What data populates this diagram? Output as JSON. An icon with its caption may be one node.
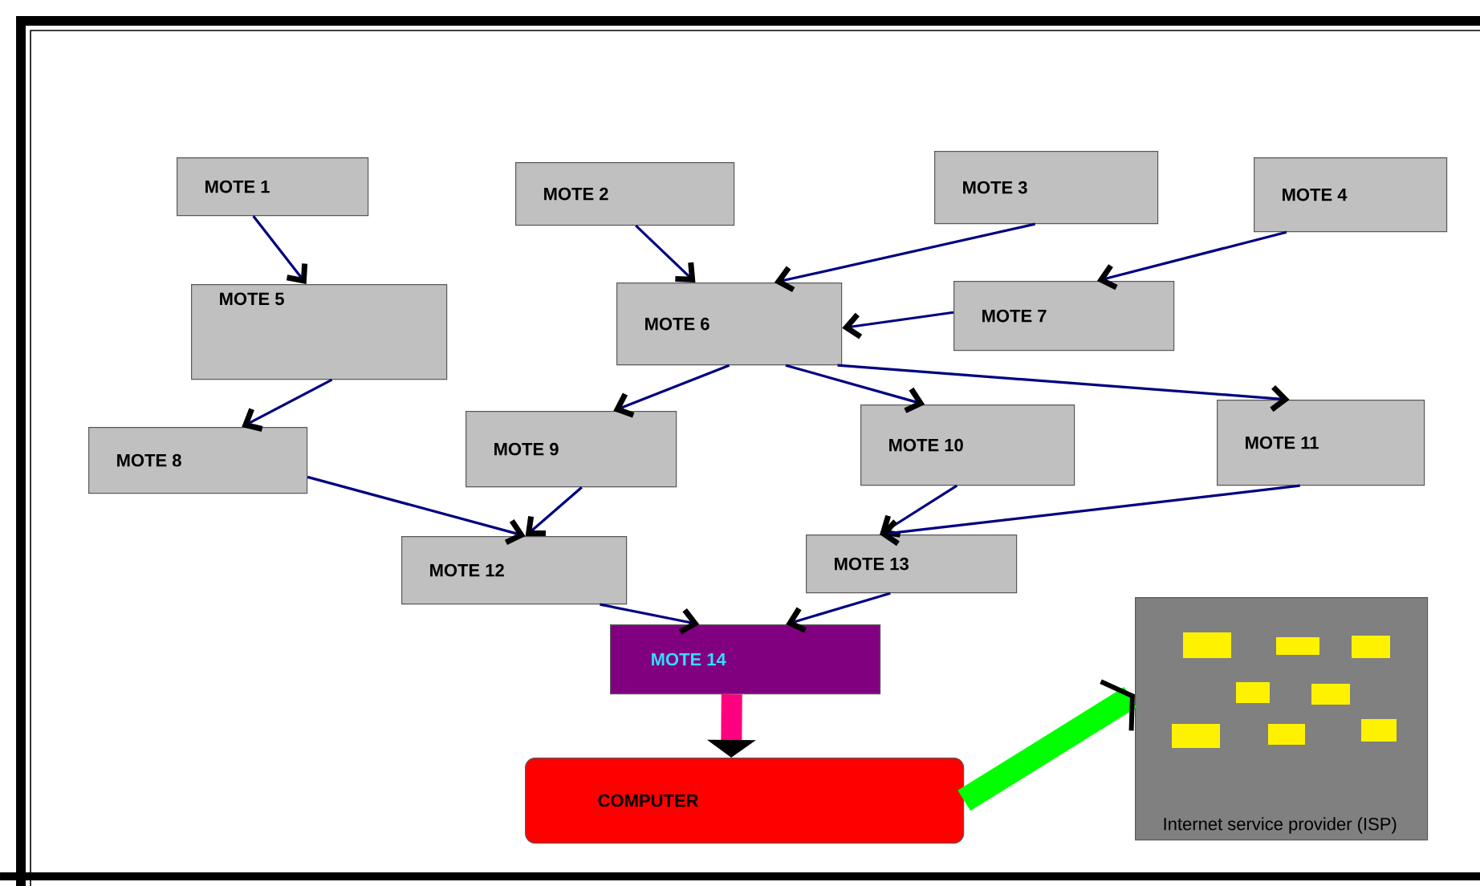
{
  "diagram": {
    "nodes": [
      {
        "text": [
          "MOTE 1"
        ]
      },
      {
        "text": [
          "MOTE 2"
        ]
      },
      {
        "text": [
          "MOTE 3"
        ]
      },
      {
        "text": [
          "MOTE 4"
        ]
      },
      {
        "text": [
          "MOTE 5"
        ]
      },
      {
        "text": [
          "MOTE 6"
        ]
      },
      {
        "text": [
          "MOTE 7"
        ]
      },
      {
        "text": [
          "MOTE 8"
        ]
      },
      {
        "text": [
          "MOTE 9"
        ]
      },
      {
        "text": [
          "MOTE 10"
        ]
      },
      {
        "text": [
          "MOTE 11"
        ]
      },
      {
        "text": [
          "MOTE 12"
        ]
      },
      {
        "text": [
          "MOTE 13"
        ]
      },
      {
        "text": [
          "MOTE 14"
        ]
      },
      {
        "text": [
          "COMPUTER"
        ]
      },
      {
        "text": [
          "Internet service provider (ISP)"
        ]
      }
    ],
    "edges": [
      {
        "from": 0,
        "to": 4,
        "arrow": "to"
      },
      {
        "from": 1,
        "to": 5,
        "arrow": "to"
      },
      {
        "from": 2,
        "to": 5,
        "arrow": "to"
      },
      {
        "from": 3,
        "to": 6,
        "arrow": "to"
      },
      {
        "from": 6,
        "to": 5,
        "arrow": "to"
      },
      {
        "from": 4,
        "to": 7,
        "arrow": "to"
      },
      {
        "from": 5,
        "to": 8,
        "arrow": "to"
      },
      {
        "from": 5,
        "to": 9,
        "arrow": "to"
      },
      {
        "from": 5,
        "to": 10,
        "arrow": "to"
      },
      {
        "from": 7,
        "to": 11,
        "arrow": "to"
      },
      {
        "from": 8,
        "to": 11,
        "arrow": "to"
      },
      {
        "from": 9,
        "to": 12,
        "arrow": "to"
      },
      {
        "from": 10,
        "to": 12,
        "arrow": "to"
      },
      {
        "from": 11,
        "to": 13,
        "arrow": "to"
      },
      {
        "from": 12,
        "to": 13,
        "arrow": "to"
      },
      {
        "from": 13,
        "to": 14,
        "arrow": "to",
        "style": "thick",
        "color": "#ff0080"
      },
      {
        "from": 14,
        "to": 15,
        "arrow": "to",
        "style": "thick",
        "color": "#00ff00"
      }
    ]
  }
}
